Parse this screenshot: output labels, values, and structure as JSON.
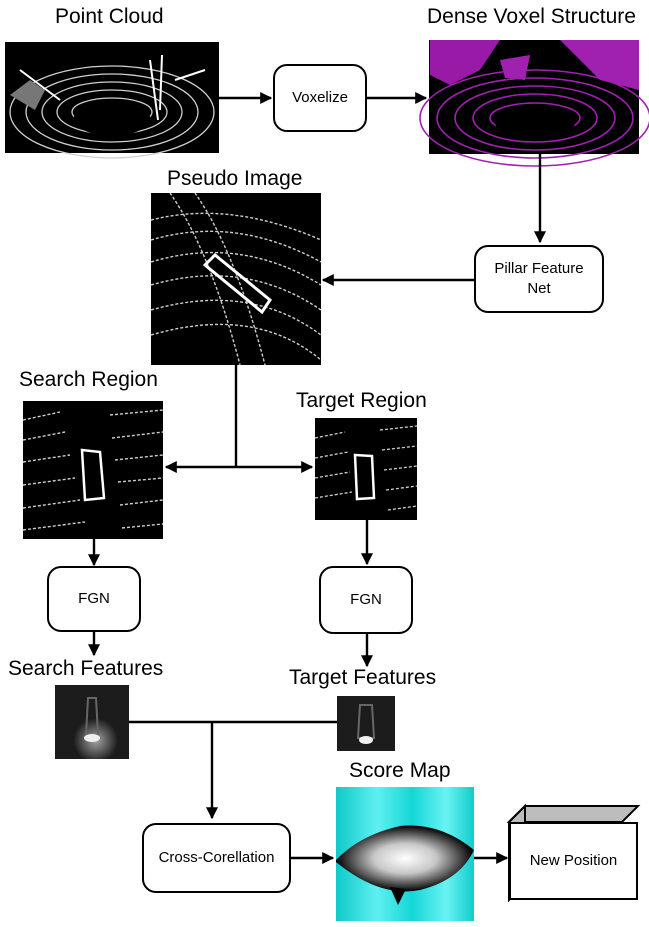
{
  "labels": {
    "point_cloud": "Point Cloud",
    "dense_voxel": "Dense Voxel Structure",
    "pseudo_image": "Pseudo Image",
    "search_region": "Search Region",
    "target_region": "Target Region",
    "search_features": "Search Features",
    "target_features": "Target Features",
    "score_map": "Score Map"
  },
  "nodes": {
    "voxelize": "Voxelize",
    "pillar_feature_net": "Pillar Feature Net",
    "fgn_search": "FGN",
    "fgn_target": "FGN",
    "cross_correlation": "Cross-Corellation",
    "new_position": "New Position"
  },
  "colors": {
    "voxel_purple": "#a020b0",
    "score_cyan": "#14d6d6",
    "lidar_point": "#dcdcdc",
    "box_side": "#bdbdbd"
  }
}
